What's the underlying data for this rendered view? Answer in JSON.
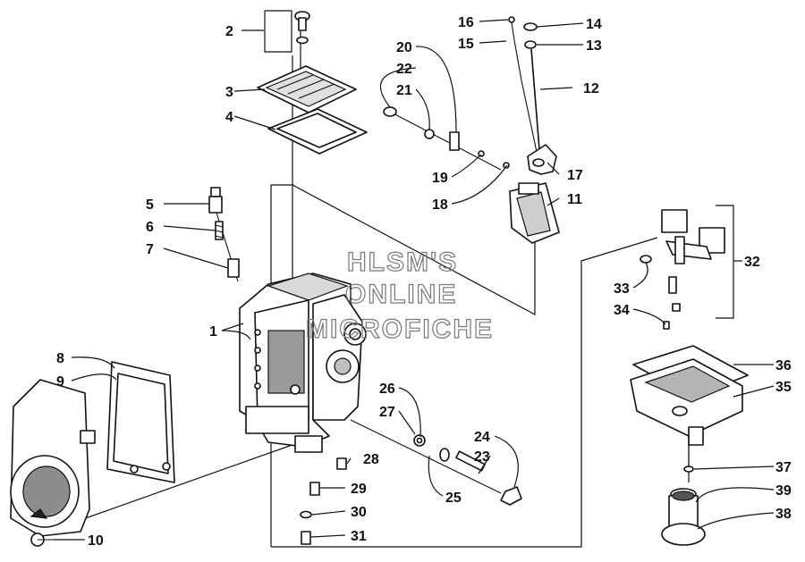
{
  "watermark": [
    "HLSM'S",
    "ONLINE",
    "MICROFICHE"
  ],
  "callouts": [
    {
      "id": "c1",
      "label": "1"
    },
    {
      "id": "c2",
      "label": "2"
    },
    {
      "id": "c3",
      "label": "3"
    },
    {
      "id": "c4",
      "label": "4"
    },
    {
      "id": "c5",
      "label": "5"
    },
    {
      "id": "c6",
      "label": "6"
    },
    {
      "id": "c7",
      "label": "7"
    },
    {
      "id": "c8",
      "label": "8"
    },
    {
      "id": "c9",
      "label": "9"
    },
    {
      "id": "c10",
      "label": "10"
    },
    {
      "id": "c11",
      "label": "11"
    },
    {
      "id": "c12",
      "label": "12"
    },
    {
      "id": "c13",
      "label": "13"
    },
    {
      "id": "c14",
      "label": "14"
    },
    {
      "id": "c15",
      "label": "15"
    },
    {
      "id": "c16",
      "label": "16"
    },
    {
      "id": "c17",
      "label": "17"
    },
    {
      "id": "c18",
      "label": "18"
    },
    {
      "id": "c19",
      "label": "19"
    },
    {
      "id": "c20",
      "label": "20"
    },
    {
      "id": "c21",
      "label": "21"
    },
    {
      "id": "c22",
      "label": "22"
    },
    {
      "id": "c23",
      "label": "23"
    },
    {
      "id": "c24",
      "label": "24"
    },
    {
      "id": "c25",
      "label": "25"
    },
    {
      "id": "c26",
      "label": "26"
    },
    {
      "id": "c27",
      "label": "27"
    },
    {
      "id": "c28",
      "label": "28"
    },
    {
      "id": "c29",
      "label": "29"
    },
    {
      "id": "c30",
      "label": "30"
    },
    {
      "id": "c31",
      "label": "31"
    },
    {
      "id": "c32",
      "label": "32"
    },
    {
      "id": "c33",
      "label": "33"
    },
    {
      "id": "c34",
      "label": "34"
    },
    {
      "id": "c35",
      "label": "35"
    },
    {
      "id": "c36",
      "label": "36"
    },
    {
      "id": "c37",
      "label": "37"
    },
    {
      "id": "c38",
      "label": "38"
    },
    {
      "id": "c39",
      "label": "39"
    }
  ]
}
